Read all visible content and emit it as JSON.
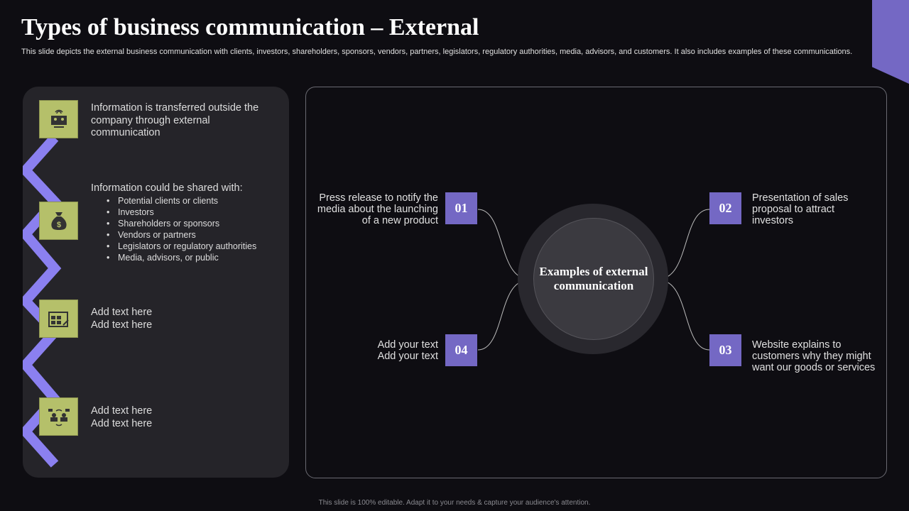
{
  "title": "Types of business communication – External",
  "subtitle": "This slide depicts the external business communication with clients, investors, shareholders, sponsors, vendors, partners, legislators, regulatory authorities, media, advisors, and customers. It also includes examples of these communications.",
  "left": {
    "items": [
      {
        "icon": "video-call-icon",
        "text": "Information is transferred outside the company through external communication"
      },
      {
        "icon": "money-bag-icon",
        "text": "Information could be shared with:",
        "bullets": [
          "Potential clients or clients",
          "Investors",
          "Shareholders or sponsors",
          "Vendors or partners",
          "Legislators or regulatory authorities",
          "Media, advisors, or public"
        ]
      },
      {
        "icon": "calendar-icon",
        "lines": [
          "Add text here",
          "Add text here"
        ]
      },
      {
        "icon": "discussion-icon",
        "lines": [
          "Add text here",
          "Add text here"
        ]
      }
    ]
  },
  "diagram": {
    "center": "Examples of external communication",
    "items": [
      {
        "num": "01",
        "text": "Press release to notify the media about the launching of a new product"
      },
      {
        "num": "02",
        "text": "Presentation of sales proposal to attract investors"
      },
      {
        "num": "03",
        "text": "Website explains to customers why they might want our goods or services"
      },
      {
        "num": "04",
        "lines": [
          "Add your text",
          "Add your text"
        ]
      }
    ]
  },
  "footer": "This slide is 100% editable. Adapt it to your needs & capture your audience's attention.",
  "colors": {
    "accent": "#7468c4",
    "icon_bg": "#b5c06a",
    "zigzag": "#8b80f0",
    "panel": "#252429",
    "background": "#0e0d12"
  }
}
